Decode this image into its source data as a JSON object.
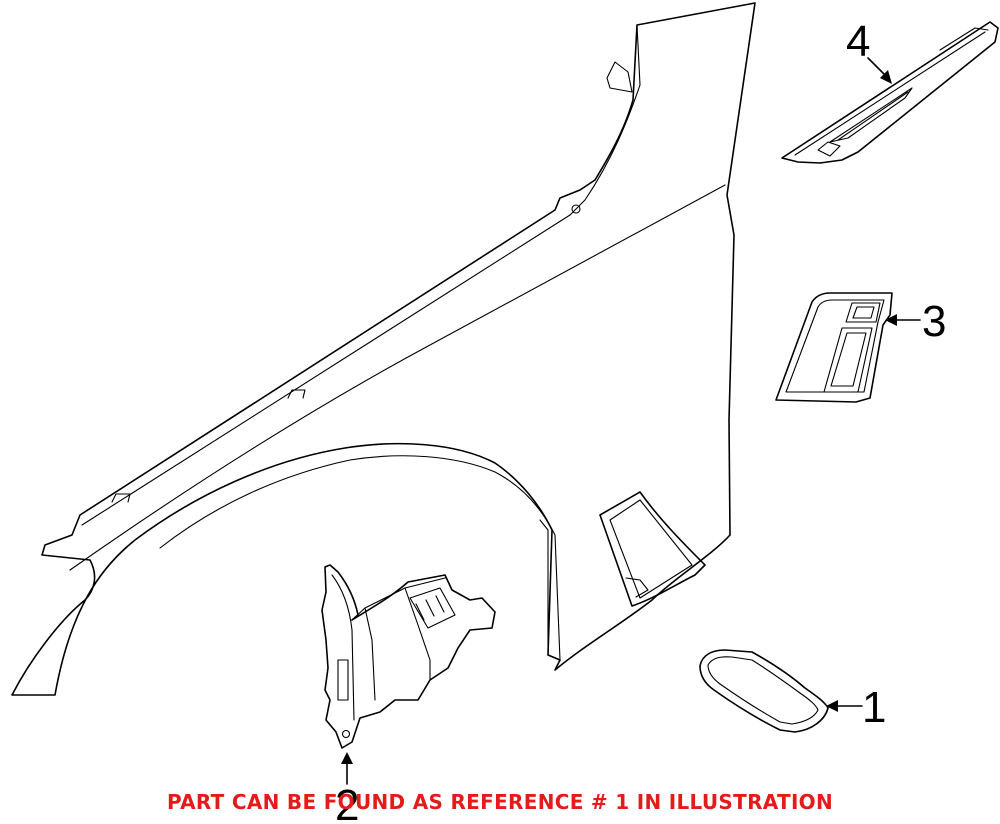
{
  "callouts": [
    {
      "id": "1",
      "label": "1"
    },
    {
      "id": "2",
      "label": "2"
    },
    {
      "id": "3",
      "label": "3"
    },
    {
      "id": "4",
      "label": "4"
    }
  ],
  "note": "PART CAN BE FOUND AS REFERENCE # 1 IN ILLUSTRATION",
  "colors": {
    "line": "#000000",
    "note": "#e31b1b",
    "background": "#ffffff"
  }
}
